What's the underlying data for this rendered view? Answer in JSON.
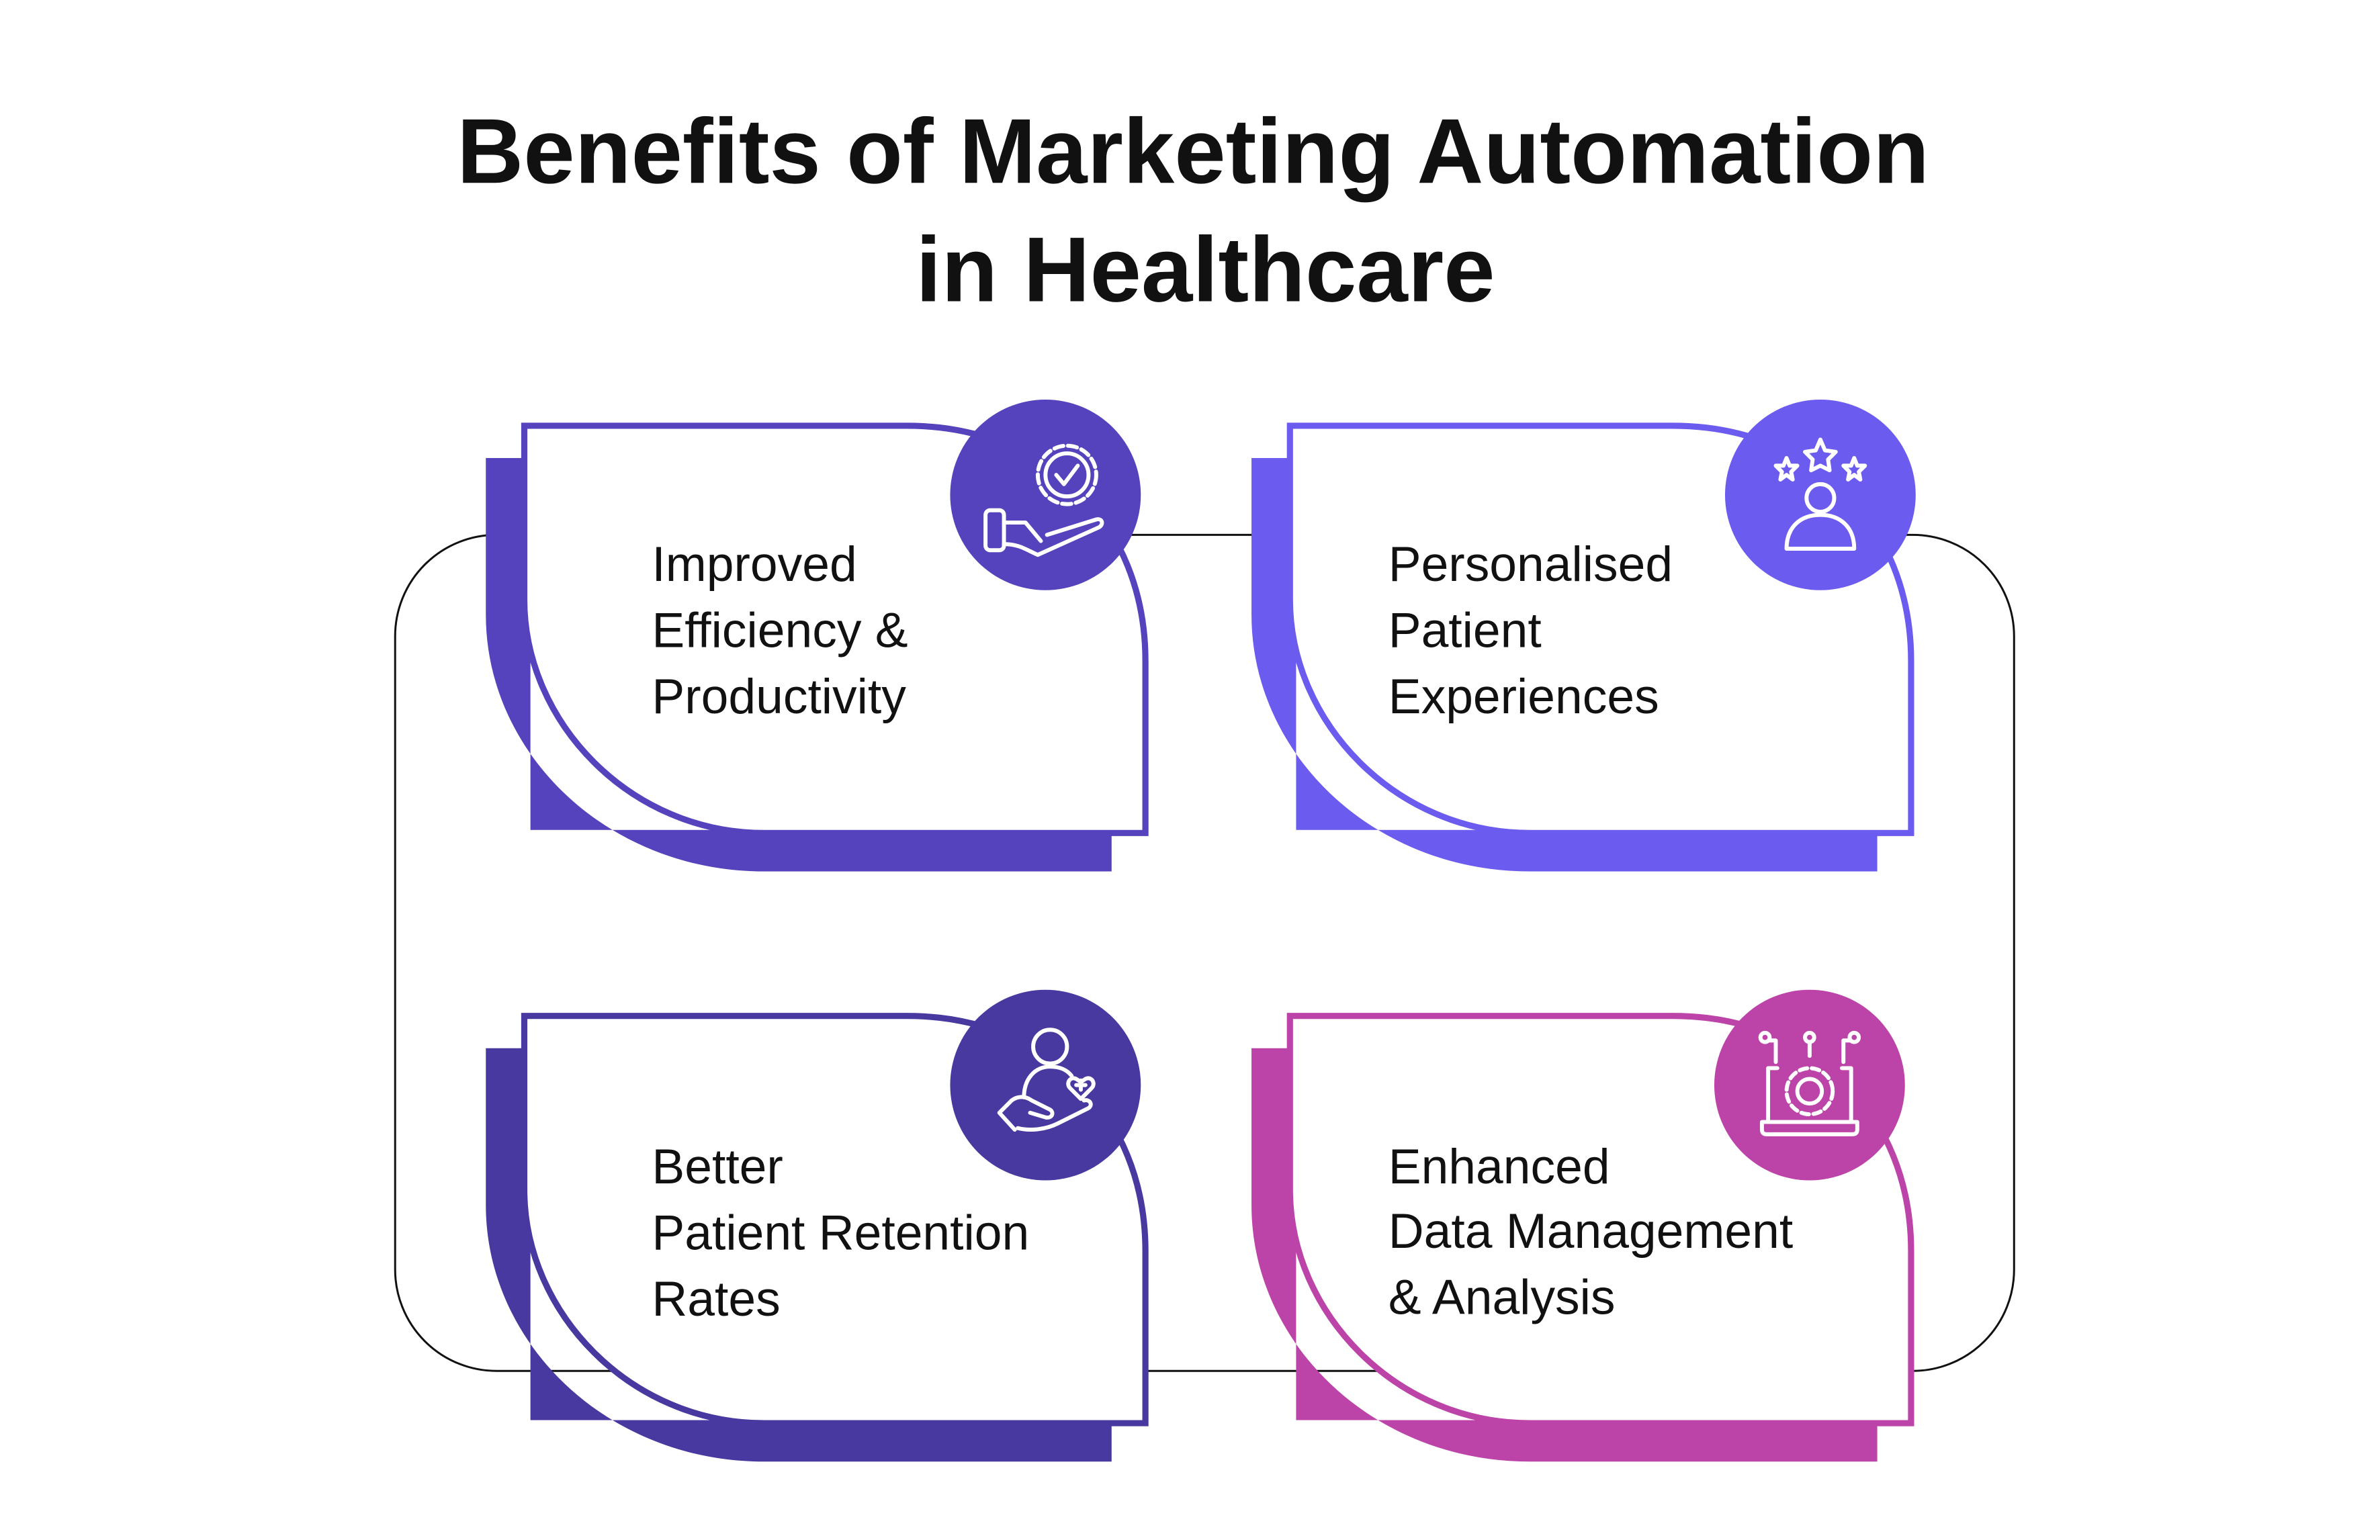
{
  "title": {
    "line1": "Benefits of Marketing Automation",
    "line2": "in Healthcare"
  },
  "cards": [
    {
      "lines": [
        "Improved",
        "Efficiency &",
        "Productivity"
      ],
      "icon": "hand-gear-check-icon",
      "color": "#5443BC"
    },
    {
      "lines": [
        "Personalised",
        "Patient",
        "Experiences"
      ],
      "icon": "person-stars-icon",
      "color": "#6B5BEE"
    },
    {
      "lines": [
        "Better",
        "Patient Retention",
        "Rates"
      ],
      "icon": "hand-person-heart-icon",
      "color": "#4839A0"
    },
    {
      "lines": [
        "Enhanced",
        "Data Management",
        "& Analysis"
      ],
      "icon": "laptop-gear-icon",
      "color": "#BC44A8"
    }
  ]
}
